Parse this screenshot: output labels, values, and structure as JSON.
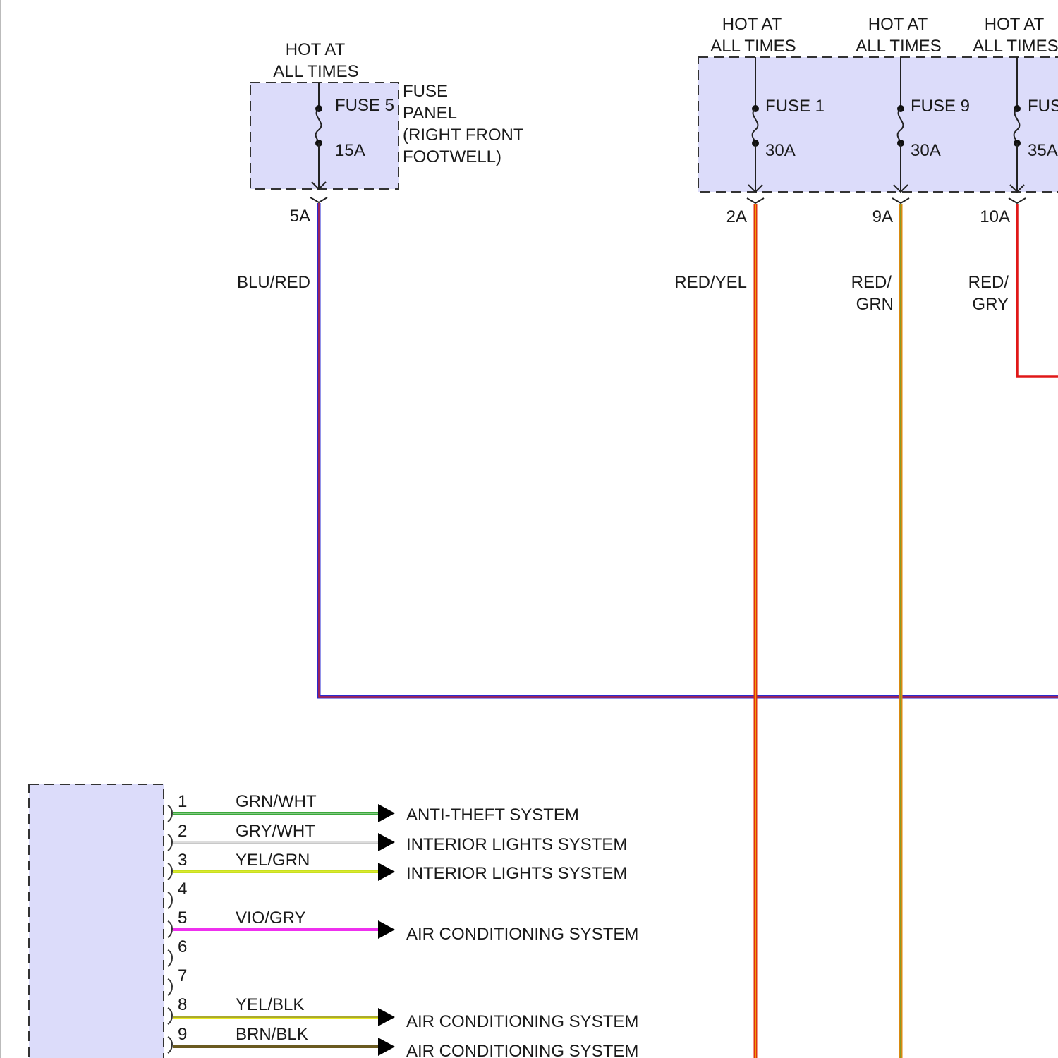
{
  "colors": {
    "box_fill": "#dcdcfa",
    "blu_red_outer": "#2a2ad0",
    "blu_red_inner": "#d42020",
    "red_yel_outer": "#e03010",
    "red_yel_inner": "#f2c400",
    "red_grn_outer": "#d98a10",
    "red_grn_inner": "#6aa030",
    "red_gry": "#e01818",
    "grn_wht": "#3aa83a",
    "gry_wht": "#c8c8c8",
    "yel_grn": "#c8e020",
    "vio_gry": "#ee30ee",
    "yel_blk": "#e8e820",
    "brn_blk": "#6a5a20"
  },
  "left_fuse": {
    "hot_line1": "HOT AT",
    "hot_line2": "ALL TIMES",
    "fuse_name": "FUSE 5",
    "amperage": "15A",
    "panel_label": [
      "FUSE",
      "PANEL",
      "(RIGHT FRONT",
      "FOOTWELL)"
    ],
    "connector": "5A",
    "wire_color": "BLU/RED"
  },
  "right_fuses": [
    {
      "hot_line1": "HOT AT",
      "hot_line2": "ALL TIMES",
      "fuse_name": "FUSE 1",
      "amperage": "30A",
      "connector": "2A",
      "wire_color_line1": "RED/YEL",
      "wire_color_line2": ""
    },
    {
      "hot_line1": "HOT AT",
      "hot_line2": "ALL TIMES",
      "fuse_name": "FUSE 9",
      "amperage": "30A",
      "connector": "9A",
      "wire_color_line1": "RED/",
      "wire_color_line2": "GRN"
    },
    {
      "hot_line1": "HOT AT",
      "hot_line2": "ALL TIMES",
      "fuse_name": "FUS",
      "amperage": "35A",
      "connector": "10A",
      "wire_color_line1": "RED/",
      "wire_color_line2": "GRY"
    }
  ],
  "module_pins": [
    {
      "pin": "1",
      "wire": "GRN/WHT",
      "destination": "ANTI-THEFT SYSTEM"
    },
    {
      "pin": "2",
      "wire": "GRY/WHT",
      "destination": "INTERIOR LIGHTS SYSTEM"
    },
    {
      "pin": "3",
      "wire": "YEL/GRN",
      "destination": "INTERIOR LIGHTS SYSTEM"
    },
    {
      "pin": "4",
      "wire": "",
      "destination": ""
    },
    {
      "pin": "5",
      "wire": "VIO/GRY",
      "destination": "AIR CONDITIONING SYSTEM"
    },
    {
      "pin": "6",
      "wire": "",
      "destination": ""
    },
    {
      "pin": "7",
      "wire": "",
      "destination": ""
    },
    {
      "pin": "8",
      "wire": "YEL/BLK",
      "destination": "AIR CONDITIONING SYSTEM"
    },
    {
      "pin": "9",
      "wire": "BRN/BLK",
      "destination": "AIR CONDITIONING SYSTEM"
    }
  ]
}
